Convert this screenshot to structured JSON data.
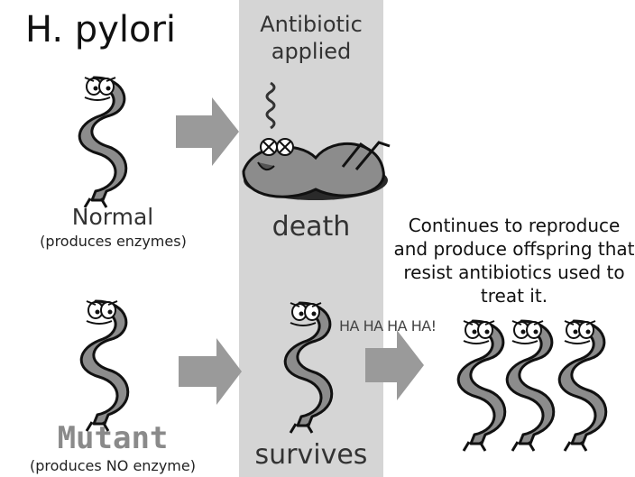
{
  "title": "H. pylori",
  "column_header": "Antibiotic applied",
  "normal": {
    "label": "Normal",
    "sublabel": "(produces enzymes)",
    "outcome": "death"
  },
  "mutant": {
    "label": "Mutant",
    "sublabel": "(produces NO enzyme)",
    "outcome": "survives"
  },
  "laugh": "HA HA HA HA!",
  "result": "Continues to reproduce and produce offspring that resist antibiotics used to treat it.",
  "colors": {
    "band": "#d5d5d5",
    "arrow": "#9a9a9a",
    "bacterium": "#8c8c8c",
    "mutant_label": "#8a8a8a"
  }
}
